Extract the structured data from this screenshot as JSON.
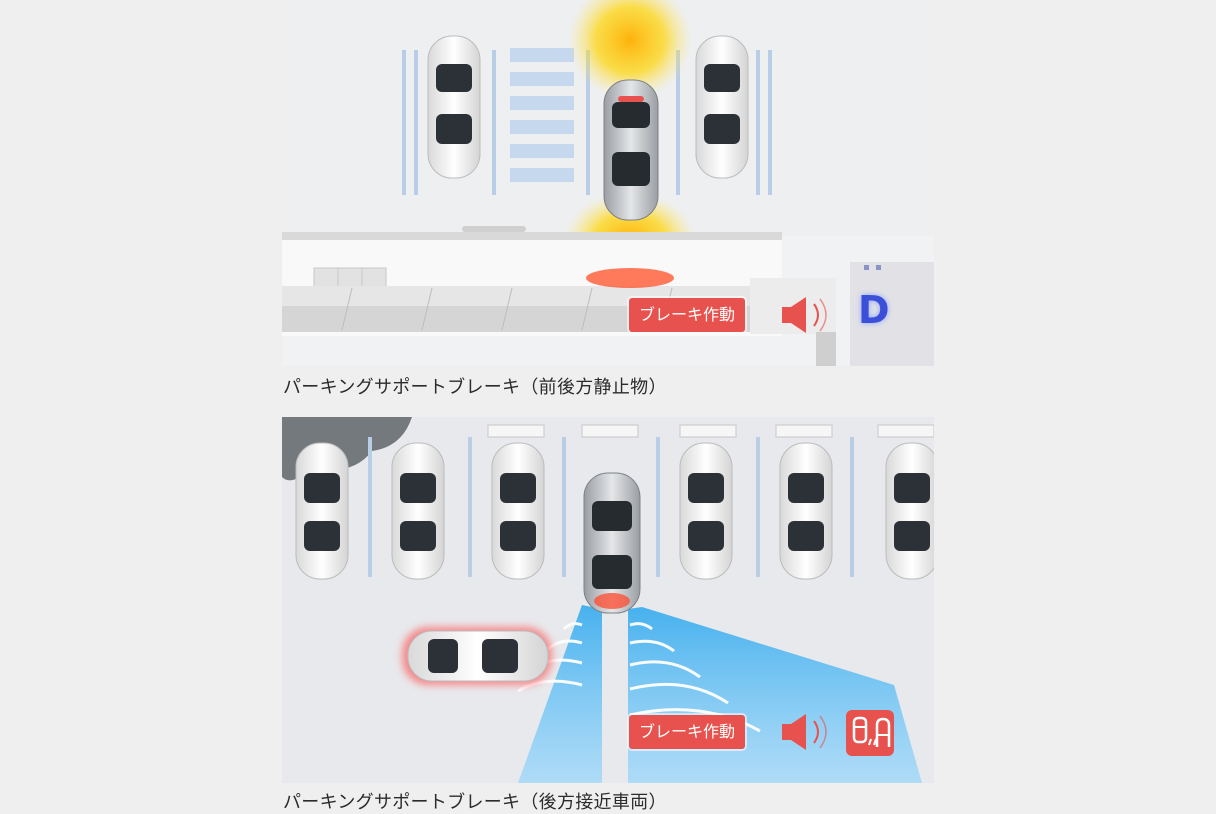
{
  "figures": [
    {
      "caption": "パーキングサポートブレーキ（前後方静止物）",
      "badge": "ブレーキ作動",
      "gear_indicator": "D"
    },
    {
      "caption": "パーキングサポートブレーキ（後方接近車両）",
      "badge": "ブレーキ作動"
    }
  ],
  "colors": {
    "warning_red": "#e8524e",
    "sensor_yellow": "#ffd400",
    "sensor_blue": "#2aa7ee",
    "gear_blue": "#3b4fd8"
  },
  "icons": {
    "top": [
      "speaker-warning-icon",
      "gear-d-icon"
    ],
    "bottom": [
      "speaker-warning-icon",
      "parking-vehicle-icon"
    ]
  }
}
